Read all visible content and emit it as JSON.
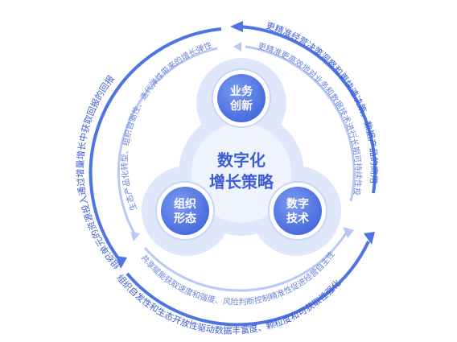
{
  "center": {
    "line1": "数字化",
    "line2": "增长策略"
  },
  "nodes": {
    "top": {
      "line1": "业务",
      "line2": "创新"
    },
    "left": {
      "line1": "组织",
      "line2": "形态"
    },
    "right": {
      "line1": "数字",
      "line2": "技术"
    }
  },
  "outer_ring": {
    "top_right": "更精准经营决策洞察和更快速决策，数据产品的商用价值提升",
    "left": "组织单元的资源投入通过增量增长中获取回报的回报",
    "bottom": "组织自发性和生态开放性驱动数据丰富度、颗粒度和可获取性强化"
  },
  "inner_ring": {
    "top_right": "更精准更高效地对业务和数据技术进行长期可持续性投入",
    "left": "生态产品化转型、组织自驱性、迭代弹性带来的增长弹性",
    "bottom": "共享赋能获取速度和强度、风险判断控制精准性促进经营自主性"
  },
  "colors": {
    "outer_ring": "#4f74e3",
    "inner_ring": "#b9c9f5",
    "blob": "#dfe8fb",
    "node_fill": "#5a7fe6",
    "center_text": "#3d5fd3",
    "ring_text": "#3d5fd3"
  }
}
